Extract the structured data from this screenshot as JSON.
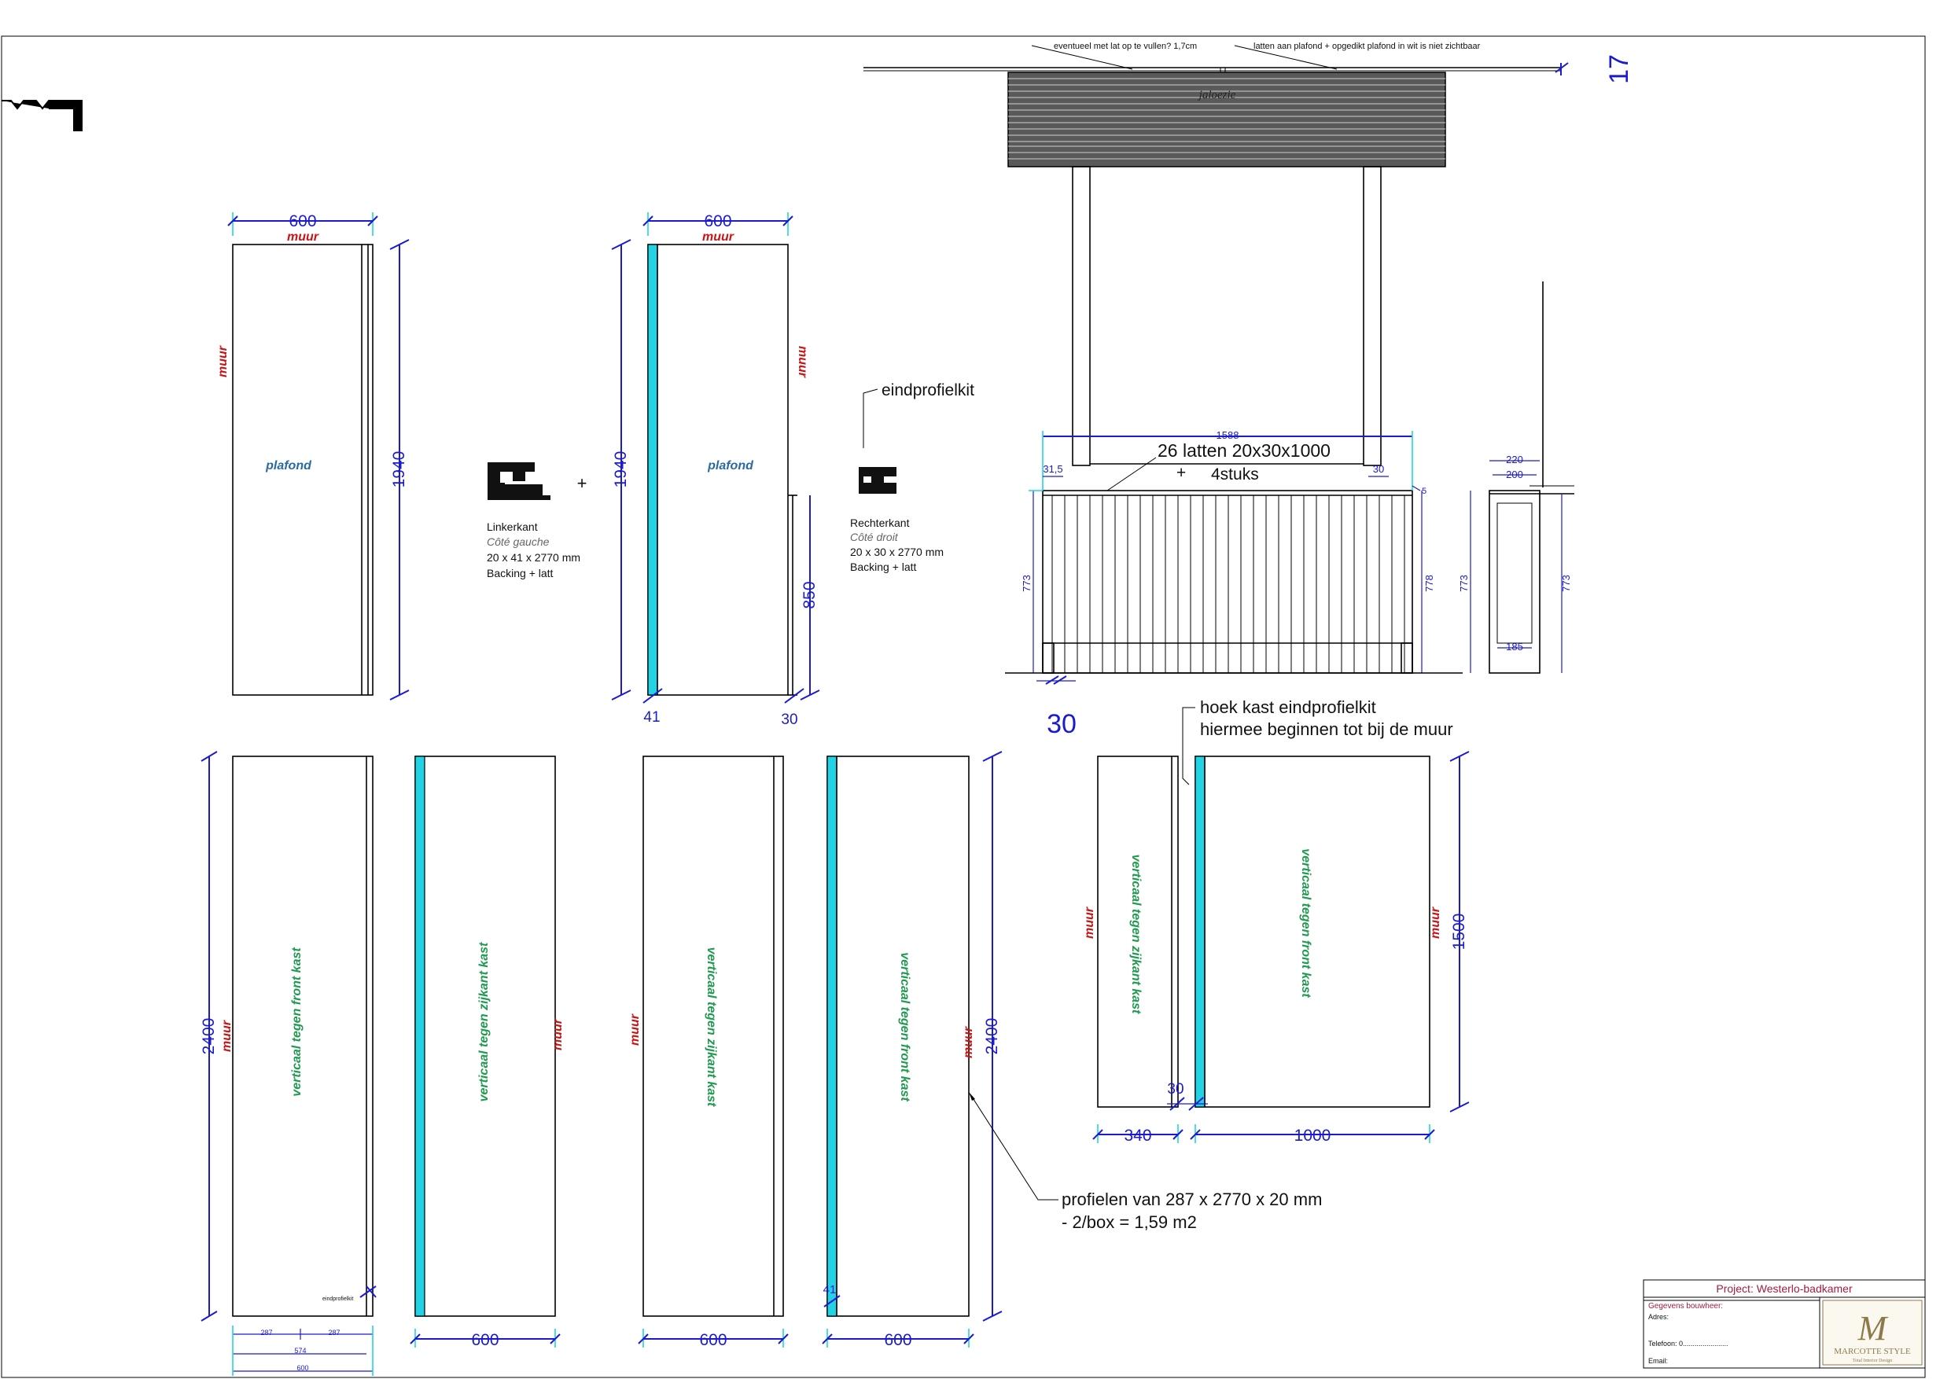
{
  "labels": {
    "muur": "muur",
    "plafond": "plafond",
    "jaloezie": "jaloezie",
    "vert_front": "verticaal tegen front kast",
    "vert_zij": "verticaal tegen zijkant kast",
    "eindprofielkit": "eindprofielkit",
    "latten_1": "26 latten 20x30x1000",
    "latten_plus": "+",
    "latten_2": "4stuks",
    "hoek_1": "hoek kast  eindprofielkit",
    "hoek_2": "hiermee beginnen tot bij de muur",
    "profielen_1": "profielen van 287 x 2770 x 20 mm",
    "profielen_2": "- 2/box = 1,59 m2",
    "top_note_1": "eventueel met lat op te vullen? 1,7cm",
    "top_note_2": "latten aan plafond + opgedikt plafond in wit is niet zichtbaar",
    "small_note": "eindprofielkit"
  },
  "profiles": {
    "left": {
      "l1": "Linkerkant",
      "l2": "Côté gauche",
      "l3": "20 x 41 x 2770 mm",
      "l4": "Backing + latt"
    },
    "plus": "+",
    "right": {
      "l1": "Rechterkant",
      "l2": "Côté droit",
      "l3": "20 x 30 x 2770 mm",
      "l4": "Backing + latt"
    }
  },
  "dims": {
    "d600": "600",
    "d1940": "1940",
    "d41": "41",
    "d30": "30",
    "d850": "850",
    "d17": "17",
    "d1588": "1588",
    "d31_5": "31,5",
    "d773": "773",
    "d778": "778",
    "d5": "5",
    "d220": "220",
    "d200": "200",
    "d185": "185",
    "d2400": "2400",
    "d287": "287",
    "d574": "574",
    "d340": "340",
    "d1000": "1000",
    "d1500": "1500"
  },
  "title_block": {
    "project": "Project: Westerlo-badkamer",
    "gegevens": "Gegevens bouwheer:",
    "adres": "Adres:",
    "telefoon": "Telefoon: 0.......................",
    "email": "Email:",
    "logo_mono": "M",
    "logo_name": "MARCOTTE STYLE",
    "logo_tag": "Total Interior Design"
  },
  "colors": {
    "dimension": "#1a1ad0",
    "cyan": "#22d3e6",
    "wall_label": "#c81414",
    "green_label": "#1f9a4e",
    "ceiling_label": "#2a6aa3"
  }
}
